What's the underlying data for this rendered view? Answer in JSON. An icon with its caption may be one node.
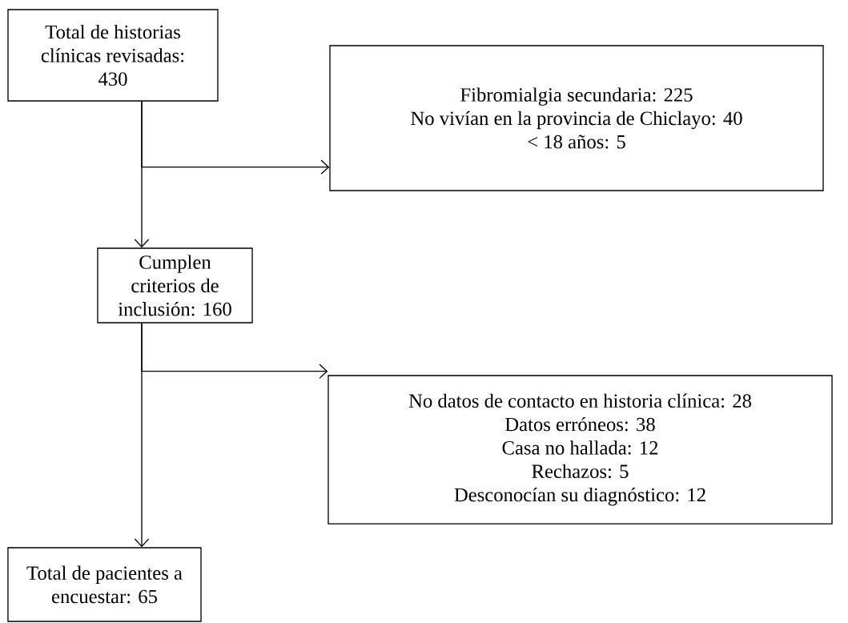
{
  "diagram": {
    "nodes": [
      {
        "text": [
          "Total de historias clínicas revisadas: 430"
        ]
      },
      {
        "text": [
          "Fibromialgia secundaria: 225",
          "No vivían en la provincia de Chiclayo: 40",
          "< 18 años: 5"
        ]
      },
      {
        "text": [
          "Cumplen criterios de inclusión: 160"
        ]
      },
      {
        "text": [
          "No datos de contacto en historia clínica: 28",
          "Datos erróneos: 38",
          "Casa no hallada: 12",
          "Rechazos: 5",
          "Desconocían su diagnóstico: 12"
        ]
      },
      {
        "text": [
          "Total de pacientes a encuestar: 65"
        ]
      }
    ],
    "edges": [
      {
        "from": 0,
        "to": 2,
        "arrow": "to"
      },
      {
        "from": 0,
        "to": 1,
        "arrow": "to"
      },
      {
        "from": 2,
        "to": 4,
        "arrow": "to"
      },
      {
        "from": 2,
        "to": 3,
        "arrow": "to"
      }
    ]
  }
}
